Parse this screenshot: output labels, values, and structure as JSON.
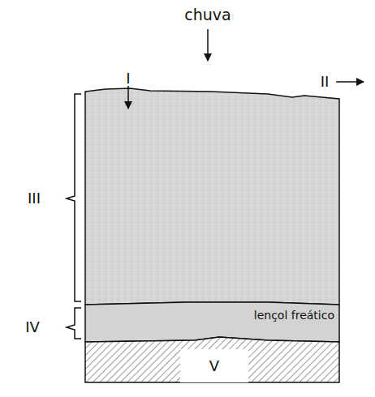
{
  "diagram": {
    "nodes": [
      {
        "text": [
          "lençol freático"
        ]
      },
      {
        "text": [
          "V"
        ]
      }
    ],
    "labels": [
      "chuva",
      "I",
      "II",
      "III",
      "IV"
    ]
  }
}
